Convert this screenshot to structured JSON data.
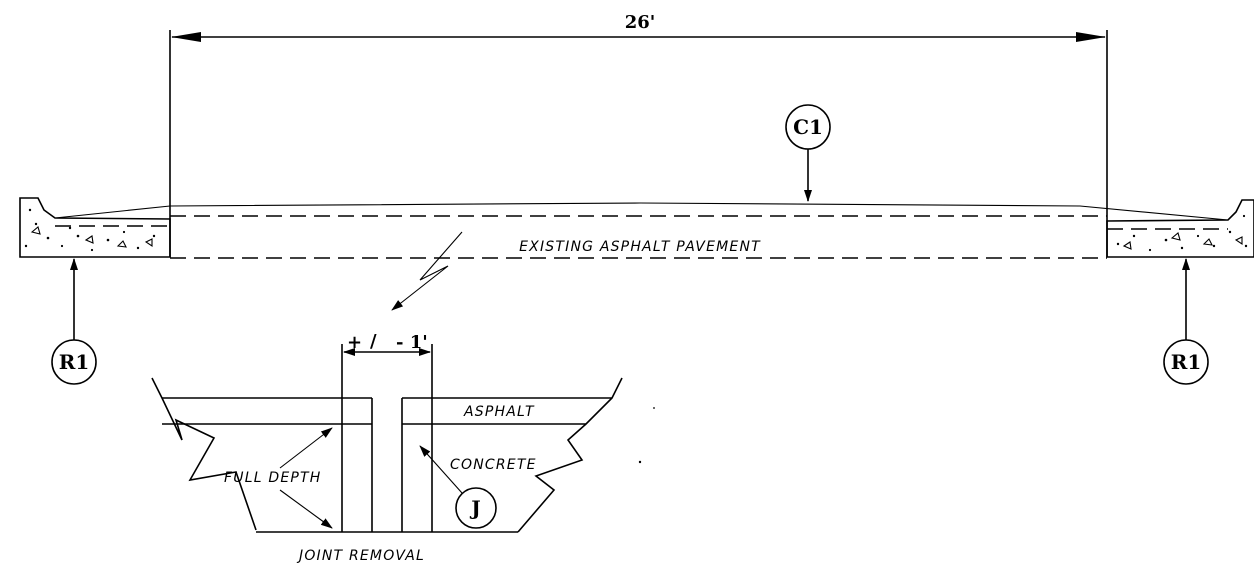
{
  "dimensions": {
    "overall_width": "26'",
    "joint_width_prefix": "+",
    "joint_width_slash": "/",
    "joint_width_suffix": "- 1'"
  },
  "callouts": {
    "c1": "C1",
    "r1_left": "R1",
    "r1_right": "R1",
    "j": "J"
  },
  "labels": {
    "existing_pavement": "EXISTING ASPHALT PAVEMENT",
    "asphalt": "ASPHALT",
    "concrete": "CONCRETE",
    "full_depth": "FULL DEPTH",
    "joint_removal": "JOINT REMOVAL"
  }
}
